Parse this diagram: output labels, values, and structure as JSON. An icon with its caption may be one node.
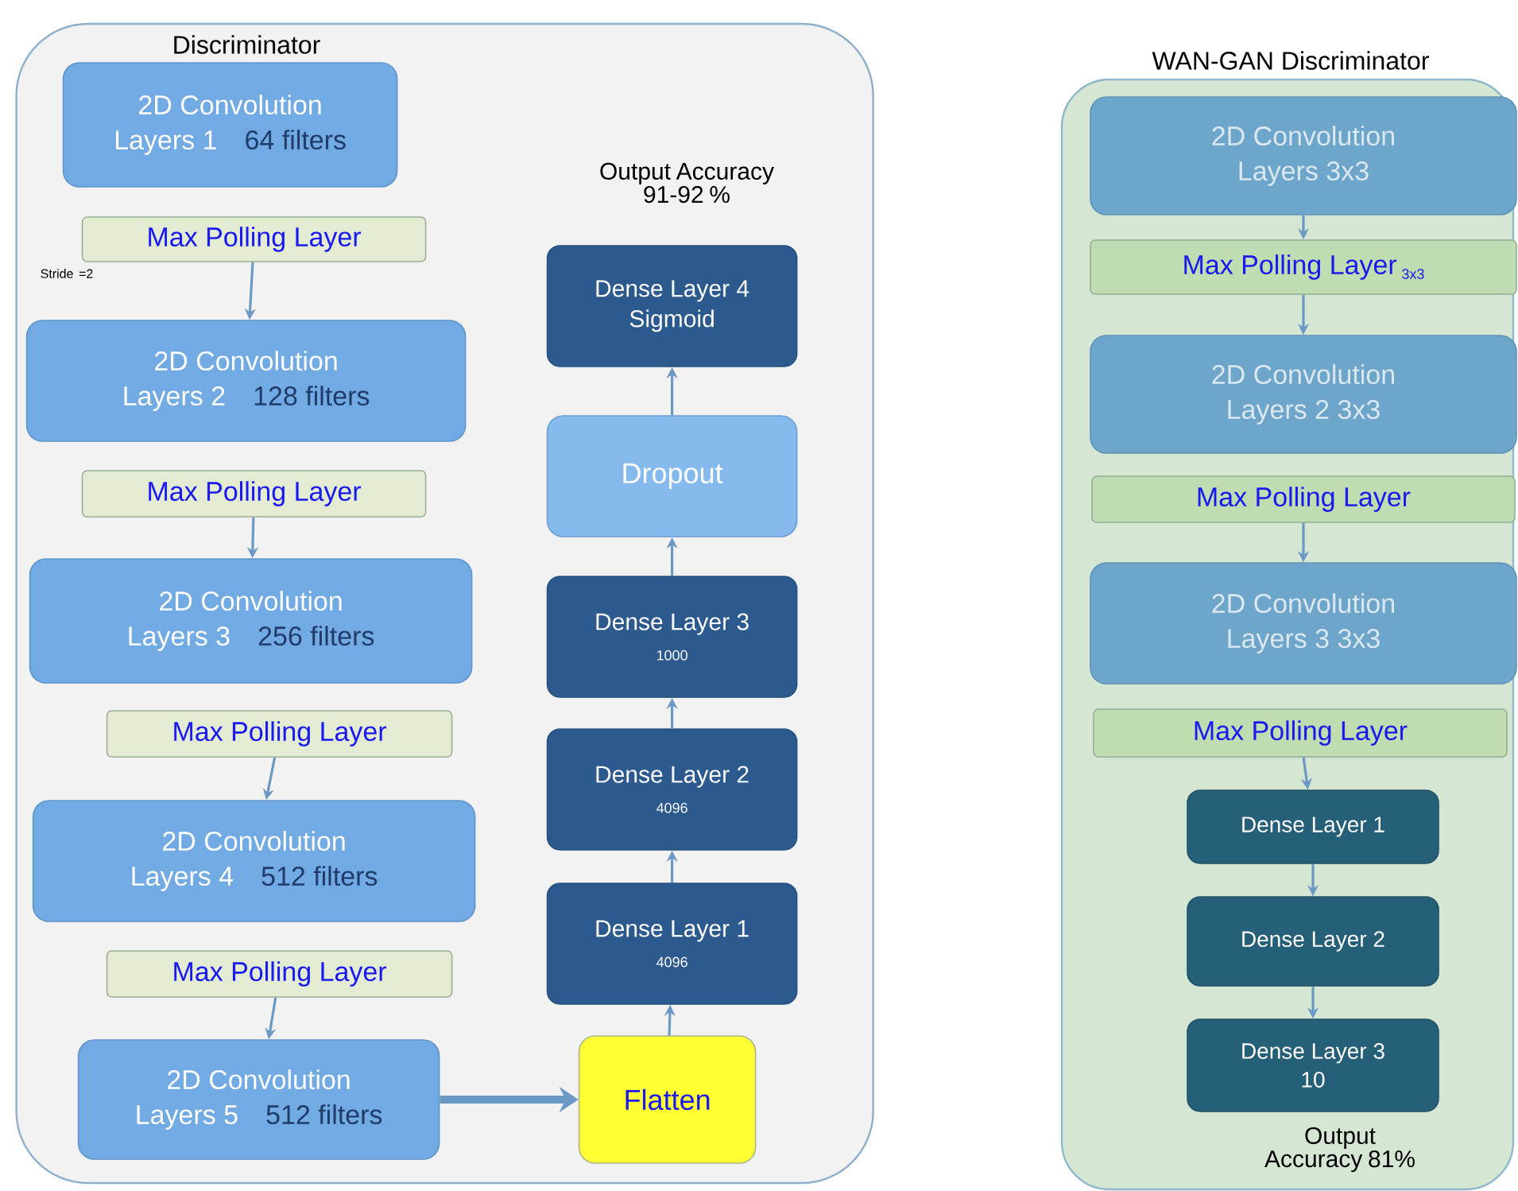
{
  "diagram": {
    "nodes": [
      {
        "text": [
          "Discriminator"
        ]
      },
      {
        "text": [
          "2D Convolution",
          "Layers 1",
          "64 filters"
        ],
        "in": 0
      },
      {
        "text": [
          "Max Polling Layer"
        ],
        "in": 0,
        "beside": [
          "Stride =2"
        ]
      },
      {
        "text": [
          "2D Convolution",
          "Layers 2",
          "128 filters"
        ],
        "in": 0
      },
      {
        "text": [
          "Max Polling Layer"
        ],
        "in": 0
      },
      {
        "text": [
          "2D Convolution",
          "Layers 3",
          "256 filters"
        ],
        "in": 0
      },
      {
        "text": [
          "Max Polling Layer"
        ],
        "in": 0
      },
      {
        "text": [
          "2D Convolution",
          "Layers 4",
          "512 filters"
        ],
        "in": 0
      },
      {
        "text": [
          "Max Polling Layer"
        ],
        "in": 0
      },
      {
        "text": [
          "2D Convolution",
          "Layers 5",
          "512 filters"
        ],
        "in": 0
      },
      {
        "text": [
          "Flatten"
        ],
        "in": 0
      },
      {
        "text": [
          "Dense Layer 1",
          "4096"
        ],
        "in": 0
      },
      {
        "text": [
          "Dense Layer 2",
          "4096"
        ],
        "in": 0
      },
      {
        "text": [
          "Dense Layer 3",
          "1000"
        ],
        "in": 0
      },
      {
        "text": [
          "Dropout"
        ],
        "in": 0
      },
      {
        "text": [
          "Dense Layer 4 Sigmoid"
        ],
        "in": 0,
        "beside": [
          "Output Accuracy 91-92 %"
        ]
      },
      {
        "text": [
          "WAN-GAN Discriminator"
        ]
      },
      {
        "text": [
          "2D Convolution",
          "Layers 3x3"
        ],
        "in": 16
      },
      {
        "text": [
          "Max Polling Layer",
          "3x3"
        ],
        "in": 16
      },
      {
        "text": [
          "2D Convolution",
          "Layers 2 3x3"
        ],
        "in": 16
      },
      {
        "text": [
          "Max Polling Layer"
        ],
        "in": 16
      },
      {
        "text": [
          "2D Convolution",
          "Layers 3 3x3"
        ],
        "in": 16
      },
      {
        "text": [
          "Max Polling Layer"
        ],
        "in": 16
      },
      {
        "text": [
          "Dense Layer 1"
        ],
        "in": 16
      },
      {
        "text": [
          "Dense Layer 2"
        ],
        "in": 16
      },
      {
        "text": [
          "Dense Layer 3",
          "10"
        ],
        "in": 16,
        "beside": [
          "Output Accuracy 81%"
        ]
      }
    ],
    "edges": [
      {
        "from": 2,
        "to": 3,
        "arrow": "to"
      },
      {
        "from": 4,
        "to": 5,
        "arrow": "to"
      },
      {
        "from": 6,
        "to": 7,
        "arrow": "to"
      },
      {
        "from": 8,
        "to": 9,
        "arrow": "to"
      },
      {
        "from": 9,
        "to": 10,
        "arrow": "to",
        "style": "thick"
      },
      {
        "from": 10,
        "to": 11,
        "arrow": "to"
      },
      {
        "from": 11,
        "to": 12,
        "arrow": "to"
      },
      {
        "from": 12,
        "to": 13,
        "arrow": "to"
      },
      {
        "from": 13,
        "to": 14,
        "arrow": "to"
      },
      {
        "from": 14,
        "to": 15,
        "arrow": "to"
      },
      {
        "from": 17,
        "to": 18,
        "arrow": "to"
      },
      {
        "from": 18,
        "to": 19,
        "arrow": "to"
      },
      {
        "from": 20,
        "to": 21,
        "arrow": "to"
      },
      {
        "from": 22,
        "to": 23,
        "arrow": "to"
      },
      {
        "from": 23,
        "to": 24,
        "arrow": "to"
      },
      {
        "from": 24,
        "to": 25,
        "arrow": "to"
      }
    ]
  }
}
